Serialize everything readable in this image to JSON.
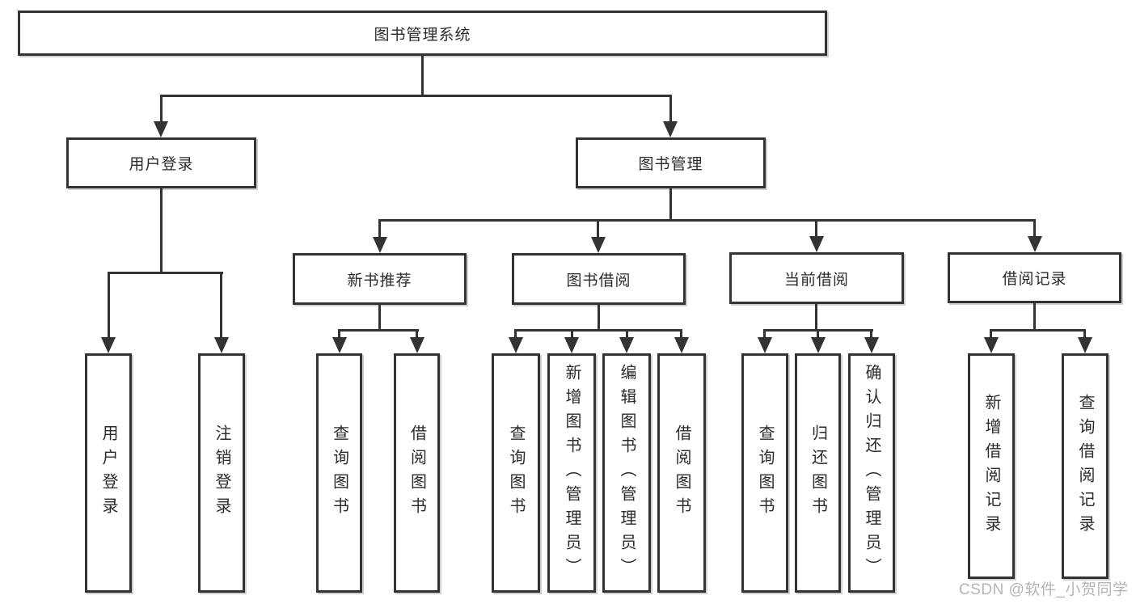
{
  "diagram_type": "hierarchy-tree",
  "colors": {
    "line": "#333333",
    "text": "#2b2b2b",
    "box_background": "#ffffff",
    "watermark": "#b5b5b5"
  },
  "tree": {
    "label": "图书管理系统",
    "children": [
      {
        "label": "用户登录",
        "children": [
          {
            "label": "用户登录"
          },
          {
            "label": "注销登录"
          }
        ]
      },
      {
        "label": "图书管理",
        "children": [
          {
            "label": "新书推荐",
            "children": [
              {
                "label": "查询图书"
              },
              {
                "label": "借阅图书"
              }
            ]
          },
          {
            "label": "图书借阅",
            "children": [
              {
                "label": "查询图书"
              },
              {
                "label": "新增图书（管理员）"
              },
              {
                "label": "编辑图书（管理员）"
              },
              {
                "label": "借阅图书"
              }
            ]
          },
          {
            "label": "当前借阅",
            "children": [
              {
                "label": "查询图书"
              },
              {
                "label": "归还图书"
              },
              {
                "label": "确认归还（管理员）"
              }
            ]
          },
          {
            "label": "借阅记录",
            "children": [
              {
                "label": "新增借阅记录"
              },
              {
                "label": "查询借阅记录"
              }
            ]
          }
        ]
      }
    ]
  },
  "watermark": {
    "text": "CSDN @软件_小贺同学"
  }
}
